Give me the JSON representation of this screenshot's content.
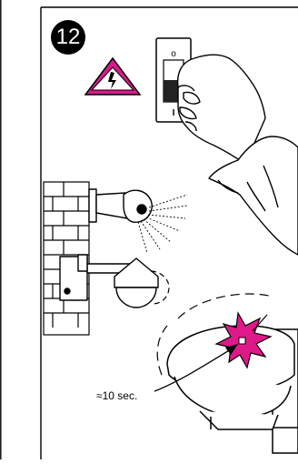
{
  "step": {
    "number": "12"
  },
  "switch": {
    "off_label": "o",
    "on_label": "I"
  },
  "callout": {
    "duration": "≈10 sec."
  },
  "colors": {
    "warning_fill": "#d91a8c",
    "flash_fill": "#e0198a",
    "ink": "#000000",
    "background": "#ffffff"
  },
  "icons": [
    "warning-triangle-icon",
    "wall-switch",
    "hand",
    "camera-dome",
    "flash-burst"
  ]
}
